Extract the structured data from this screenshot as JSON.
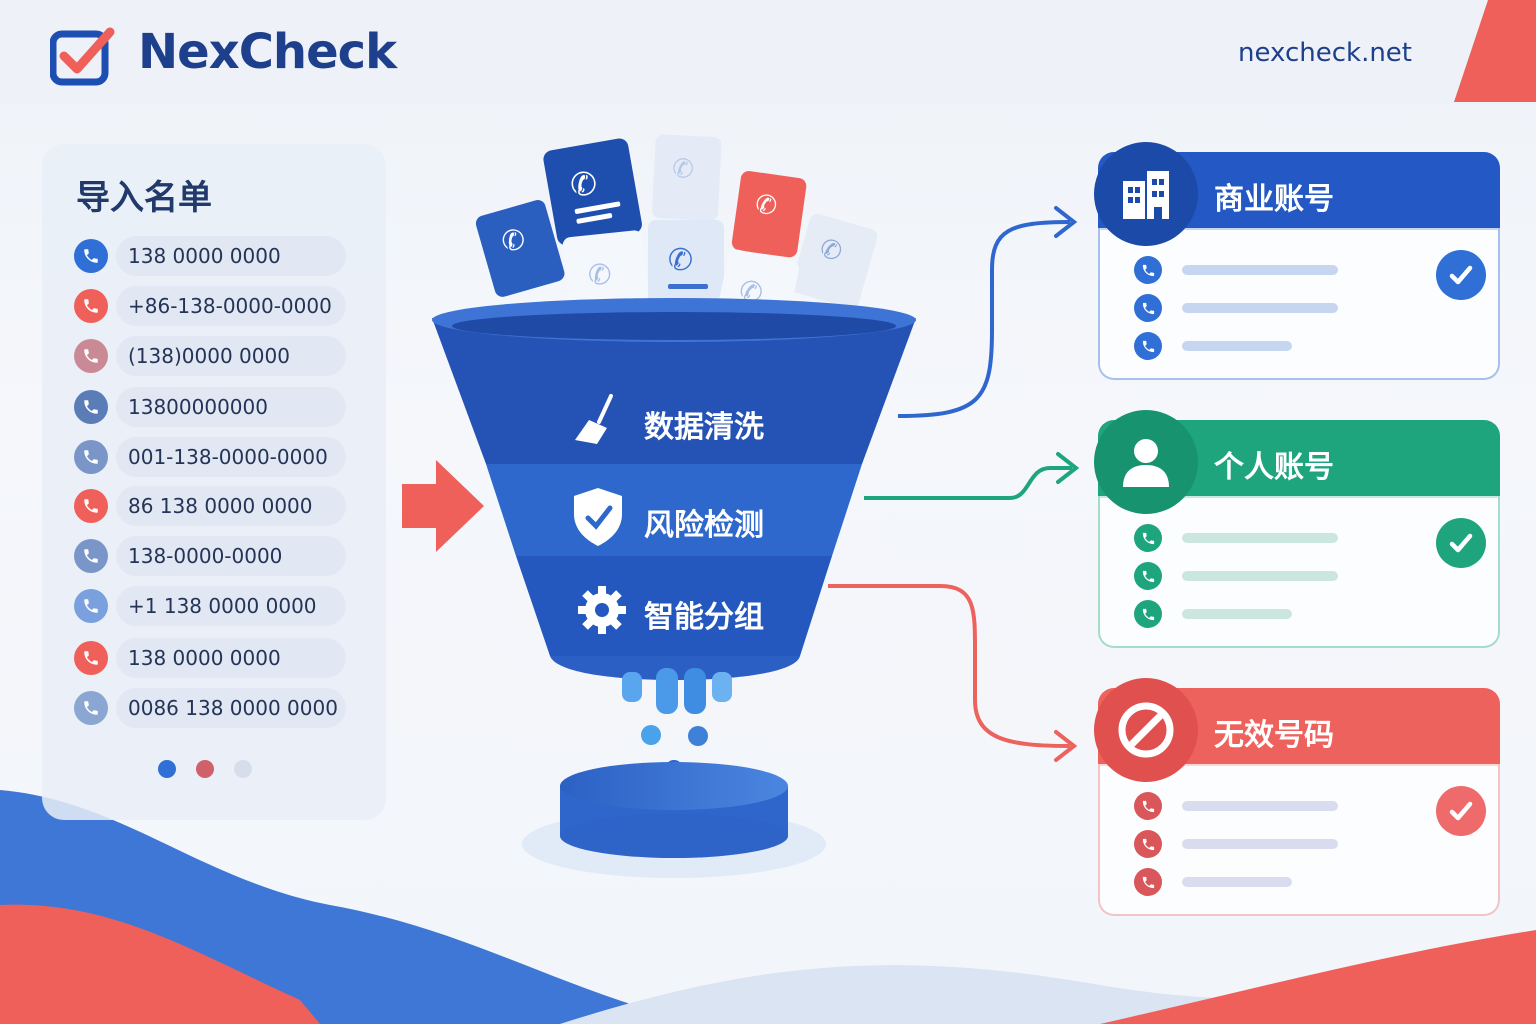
{
  "brand": {
    "name": "NexCheck",
    "url": "nexcheck.net",
    "primary_color": "#1d4fb3",
    "accent_color": "#f0605a",
    "logo_icon": "checkbox-icon"
  },
  "import_list": {
    "title": "导入名单",
    "numbers": [
      {
        "text": "138 0000 0000",
        "color": "#2f6fd6"
      },
      {
        "text": "+86-138-0000-0000",
        "color": "#f0605a"
      },
      {
        "text": "(138)0000 0000",
        "color": "#c98a96"
      },
      {
        "text": "13800000000",
        "color": "#5a7cb7"
      },
      {
        "text": "001-138-0000-0000",
        "color": "#7a96c8"
      },
      {
        "text": "86 138 0000 0000",
        "color": "#f0605a"
      },
      {
        "text": "138-0000-0000",
        "color": "#7a96c8"
      },
      {
        "text": "+1 138 0000 0000",
        "color": "#7aa0dd"
      },
      {
        "text": "138 0000 0000",
        "color": "#f0605a"
      },
      {
        "text": "0086 138 0000 0000",
        "color": "#8ba6d2"
      }
    ],
    "pagination_dots": [
      "#2f6fd6",
      "#d0606a",
      "#d6deec"
    ]
  },
  "funnel": {
    "stages": [
      {
        "label": "数据清洗",
        "icon": "broom-icon"
      },
      {
        "label": "风险检测",
        "icon": "shield-check-icon"
      },
      {
        "label": "智能分组",
        "icon": "gear-icon"
      }
    ],
    "input_arrow_icon": "arrow-right-icon"
  },
  "results": [
    {
      "title": "商业账号",
      "icon": "building-icon",
      "color": "#2458c4",
      "border": "#a9c0ea",
      "row_color": "#2f6fd6",
      "check_icon": "check-circle-icon"
    },
    {
      "title": "个人账号",
      "icon": "person-icon",
      "color": "#1fa57e",
      "border": "#a6dcc9",
      "row_color": "#1fa57e",
      "check_icon": "check-circle-icon"
    },
    {
      "title": "无效号码",
      "icon": "prohibited-icon",
      "color": "#ee625d",
      "border": "#f3c4c7",
      "row_color": "#d9565a",
      "check_icon": "check-circle-icon"
    }
  ]
}
